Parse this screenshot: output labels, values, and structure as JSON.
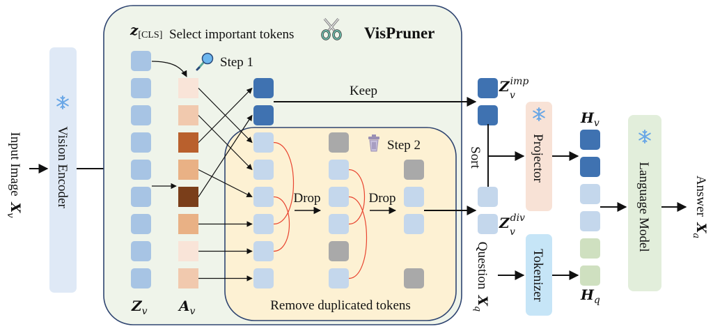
{
  "diagram": {
    "title": "VisPruner",
    "input_label": "Input Image",
    "input_symbol": "X",
    "input_sub": "v",
    "vision_encoder": "Vision Encoder",
    "select_label": "Select important tokens",
    "step1_label": "Step 1",
    "step2_label": "Step 2",
    "keep_label": "Keep",
    "drop_label": "Drop",
    "remove_label": "Remove duplicated tokens",
    "sort_label": "Sort",
    "cls_symbol": "z",
    "cls_sub": "[CLS]",
    "zv_symbol": "Z",
    "zv_sub": "v",
    "av_symbol": "A",
    "av_sub": "v",
    "zimp_symbol": "Z",
    "zimp_sup": "imp",
    "zimp_sub": "v",
    "zdiv_symbol": "Z",
    "zdiv_sup": "div",
    "zdiv_sub": "v",
    "question_label": "Question",
    "question_symbol": "X",
    "question_sub": "q",
    "projector": "Projector",
    "tokenizer": "Tokenizer",
    "hv_symbol": "H",
    "hv_sub": "v",
    "hq_symbol": "H",
    "hq_sub": "q",
    "language_model": "Language Model",
    "answer_label": "Answer",
    "answer_symbol": "X",
    "answer_sub": "a",
    "icons": {
      "frozen": "snowflake-icon",
      "pruner": "scissors-icon",
      "step1": "magnifier-icon",
      "step2": "trash-icon"
    },
    "colors": {
      "token_blue": "#a7c4e4",
      "token_light": "#c4d7ec",
      "token_dark": "#3f72b1",
      "token_gray": "#a9a9a9",
      "token_green": "#cfe0c0",
      "outer_box": "#eff4ea",
      "inner_box": "#fdf1d3",
      "encoder_box": "#dfe9f6",
      "projector_box": "#f8e2d6",
      "tokenizer_box": "#c6e5f7",
      "lm_box": "#e2eedb",
      "edge": "#2e4470",
      "red_link": "#e8442f"
    },
    "attention_shades": [
      "#f9e4d8",
      "#f1c9ae",
      "#b9602d",
      "#e9b185",
      "#7a3e1a",
      "#e9b185",
      "#f9e4d8",
      "#f1c9ae"
    ]
  }
}
